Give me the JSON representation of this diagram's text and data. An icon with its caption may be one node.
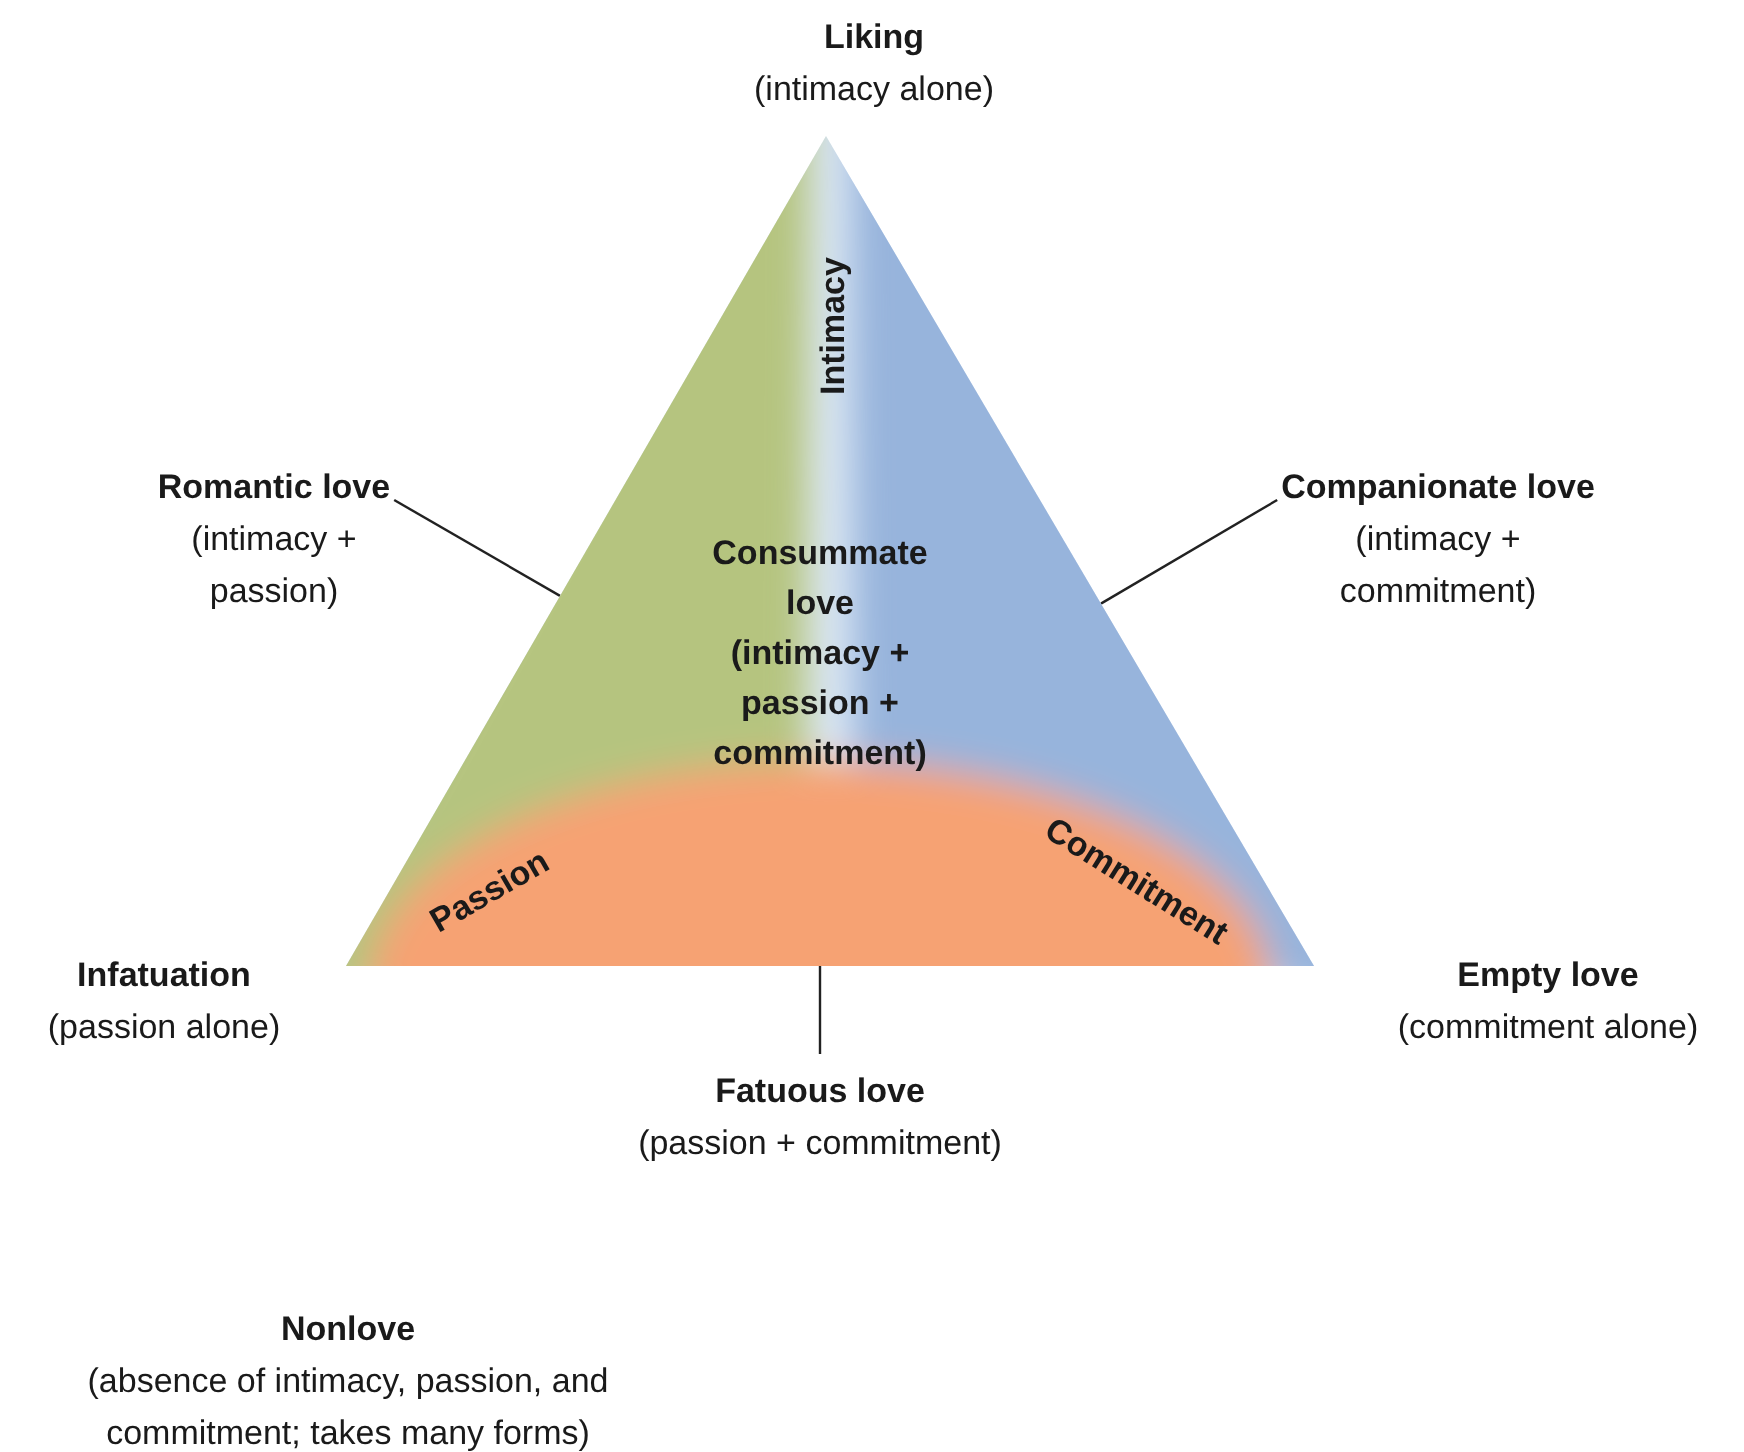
{
  "diagram": {
    "nodes": [
      {
        "text": [
          "Consummate love (intimacy + passion + commitment)"
        ]
      },
      {
        "text": [
          "Romantic love",
          "(intimacy + passion)"
        ]
      },
      {
        "text": [
          "Companionate love",
          "(intimacy + commitment)"
        ]
      },
      {
        "text": [
          "Fatuous love",
          "(passion + commitment)"
        ]
      }
    ],
    "edges": [
      {
        "from": 1,
        "to": 0,
        "arrow": "none"
      },
      {
        "from": 2,
        "to": 0,
        "arrow": "none"
      },
      {
        "from": 3,
        "to": 0,
        "arrow": "none"
      }
    ],
    "labels": [
      "Liking",
      "(intimacy alone)",
      "Intimacy",
      "Passion",
      "Commitment",
      "Infatuation",
      "(passion alone)",
      "Empty love",
      "(commitment alone)",
      "Nonlove",
      "(absence of intimacy, passion, and commitment; takes many forms)"
    ]
  }
}
